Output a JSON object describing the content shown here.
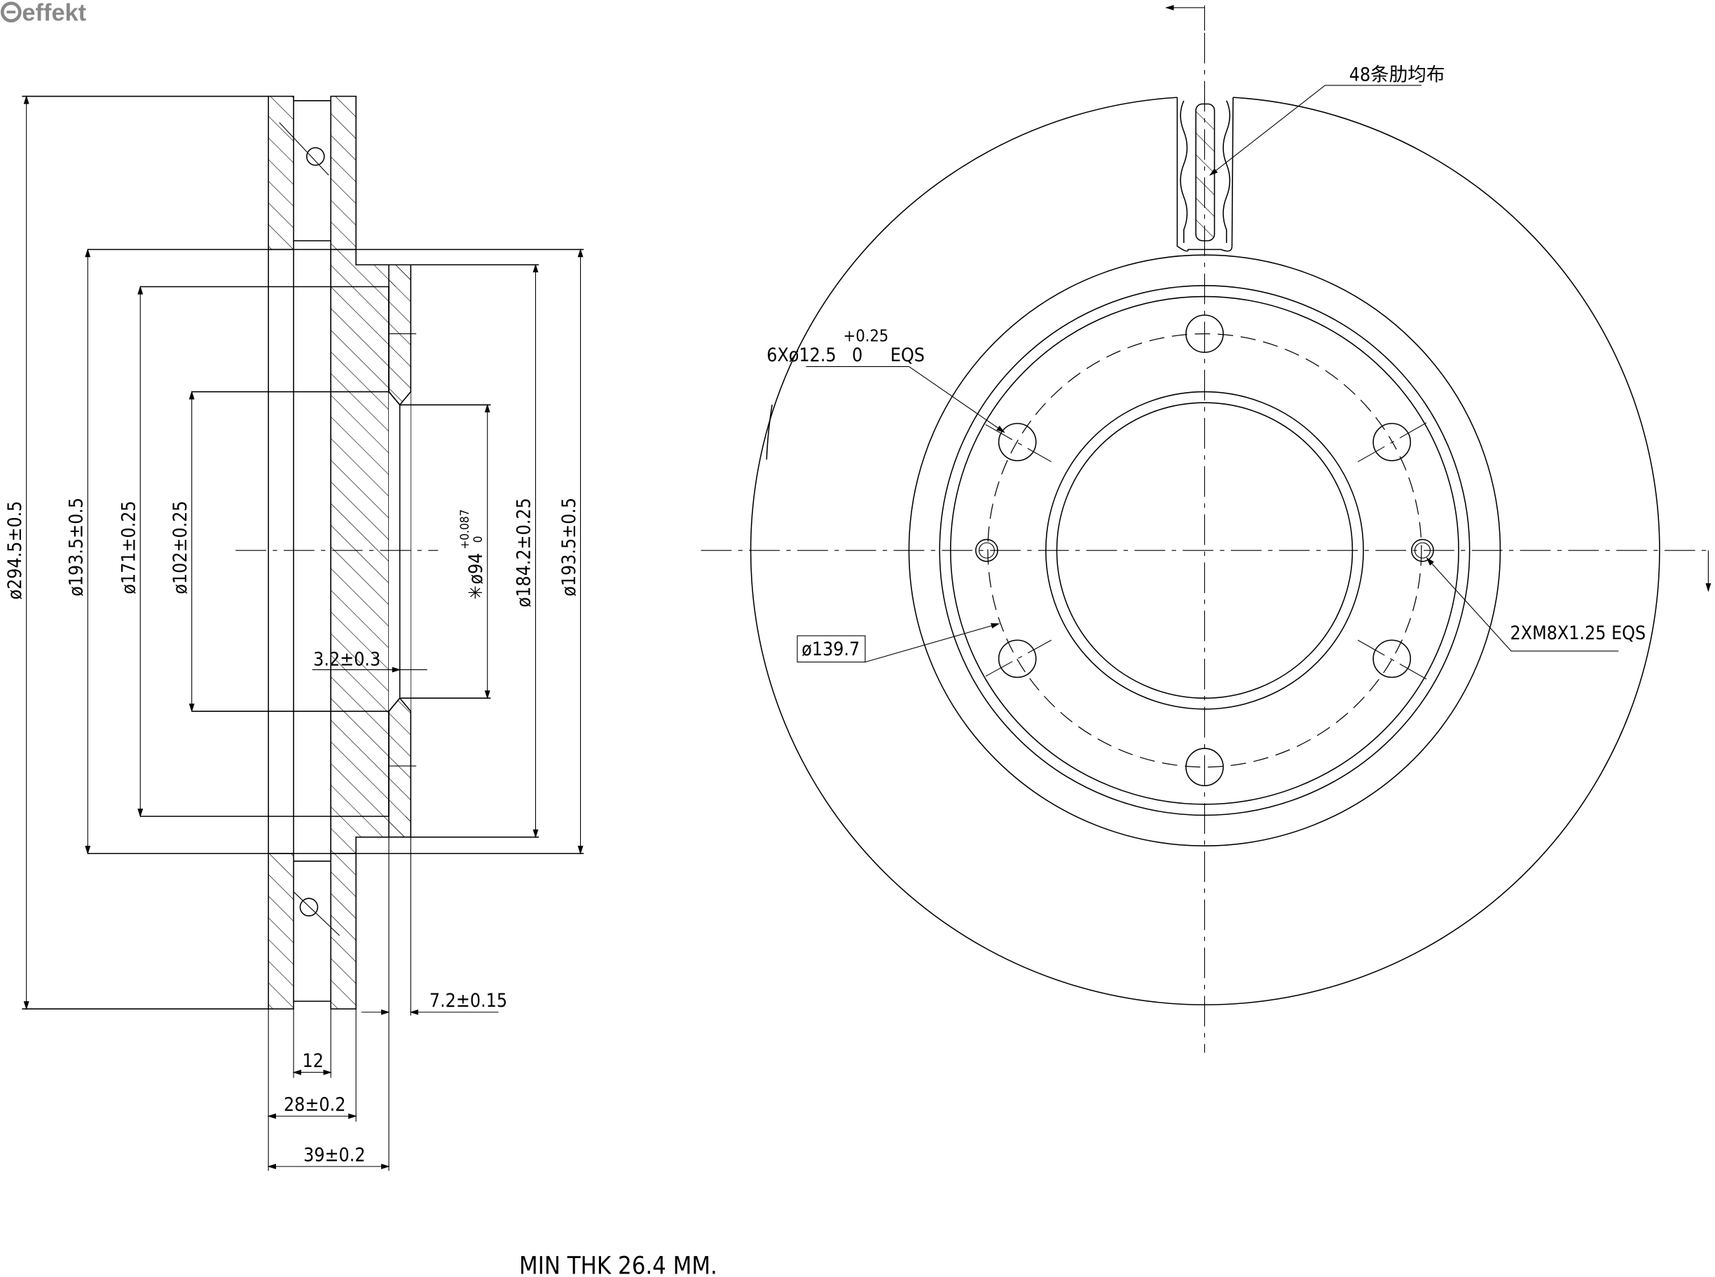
{
  "logo": {
    "text": "effekt"
  },
  "section_view": {
    "dims": {
      "d_outer": "ø294.5±0.5",
      "d_hat_left": "ø193.5±0.5",
      "d_171": "ø171±0.25",
      "d_102": "ø102±0.25",
      "d_94": "ø94",
      "d_94_tol_upper": "+0.087",
      "d_94_tol_lower": "0",
      "d_94_mark": "✳",
      "d_184": "ø184.2±0.25",
      "d_hat_right": "ø193.5±0.5",
      "hub_thk": "3.2±0.3",
      "hat_thk": "7.2±0.15",
      "vane_gap": "12",
      "disc_thk": "28±0.2",
      "total_height": "39±0.2"
    }
  },
  "front_view": {
    "ribs_note": "48条肋均布",
    "bolt_holes": {
      "prefix": "6Xø12.5",
      "tol_upper": "+0.25",
      "tol_lower": "0",
      "suffix": "EQS"
    },
    "pcd": "ø139.7",
    "threaded_holes": "2XM8X1.25 EQS"
  },
  "footer": {
    "min_thk": "MIN THK 26.4 MM."
  }
}
